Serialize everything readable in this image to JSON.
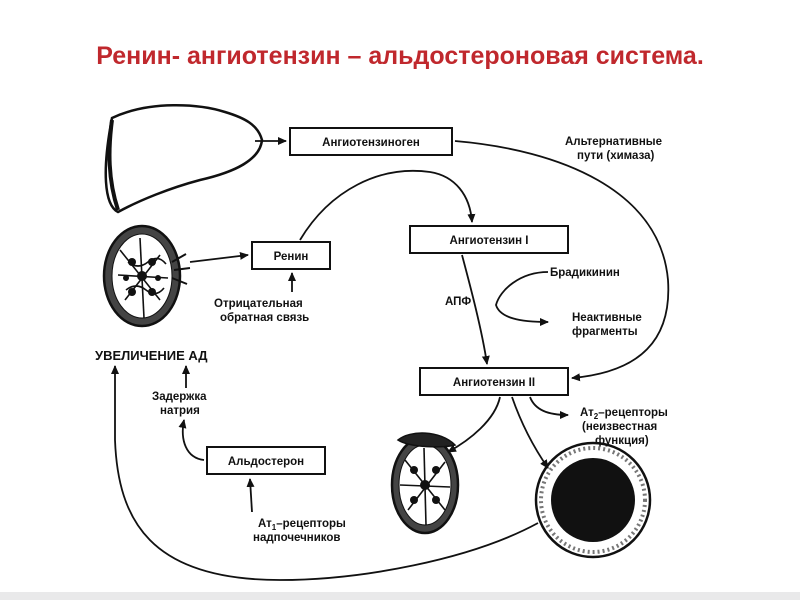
{
  "title": "Ренин- ангиотензин – альдостероновая система.",
  "boxes": {
    "angiotensinogen": "Ангиотензиноген",
    "angiotensin1": "Ангиотензин I",
    "renin": "Ренин",
    "angiotensin2": "Ангиотензин II",
    "aldosterone": "Альдостерон"
  },
  "labels": {
    "alt_line1": "Альтернативные",
    "alt_line2": "пути (химаза)",
    "bradykinin": "Брадикинин",
    "apf": "АПФ",
    "inactive_line1": "Неактивные",
    "inactive_line2": "фрагменты",
    "neg_line1": "Отрицательная",
    "neg_line2": "обратная связь",
    "increase_bp": "УВЕЛИЧЕНИЕ АД",
    "sodium_line1": "Задержка",
    "sodium_line2": "натрия",
    "at2_line1": "Ат",
    "at2_sub": "2",
    "at2_rest": "–рецепторы",
    "at2_line2": "(неизвестная",
    "at2_line3": "функция)",
    "at1_line1": "Ат",
    "at1_sub": "1",
    "at1_rest": "–рецепторы",
    "at1_line2": "надпочечников"
  },
  "illustrations": [
    "liver-illustration",
    "kidney-illustration",
    "adrenal-kidney-illustration",
    "blood-vessel-illustration"
  ]
}
